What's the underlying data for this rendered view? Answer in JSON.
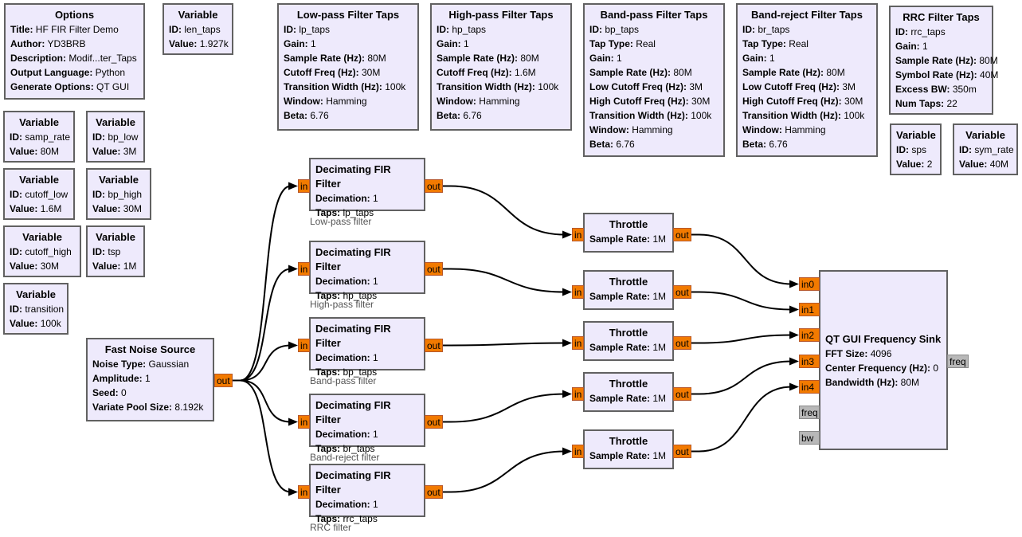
{
  "options": {
    "title": "Options",
    "rows": [
      {
        "k": "Title:",
        "v": "HF FIR Filter Demo"
      },
      {
        "k": "Author:",
        "v": "YD3BRB"
      },
      {
        "k": "Description:",
        "v": "Modif...ter_Taps"
      },
      {
        "k": "Output Language:",
        "v": "Python"
      },
      {
        "k": "Generate Options:",
        "v": "QT GUI"
      }
    ]
  },
  "variables": [
    {
      "title": "Variable",
      "id_label": "ID:",
      "id": "len_taps",
      "value_label": "Value:",
      "value": "1.927k"
    },
    {
      "title": "Variable",
      "id_label": "ID:",
      "id": "samp_rate",
      "value_label": "Value:",
      "value": "80M"
    },
    {
      "title": "Variable",
      "id_label": "ID:",
      "id": "bp_low",
      "value_label": "Value:",
      "value": "3M"
    },
    {
      "title": "Variable",
      "id_label": "ID:",
      "id": "cutoff_low",
      "value_label": "Value:",
      "value": "1.6M"
    },
    {
      "title": "Variable",
      "id_label": "ID:",
      "id": "bp_high",
      "value_label": "Value:",
      "value": "30M"
    },
    {
      "title": "Variable",
      "id_label": "ID:",
      "id": "cutoff_high",
      "value_label": "Value:",
      "value": "30M"
    },
    {
      "title": "Variable",
      "id_label": "ID:",
      "id": "tsp",
      "value_label": "Value:",
      "value": "1M"
    },
    {
      "title": "Variable",
      "id_label": "ID:",
      "id": "transition",
      "value_label": "Value:",
      "value": "100k"
    },
    {
      "title": "Variable",
      "id_label": "ID:",
      "id": "sps",
      "value_label": "Value:",
      "value": "2"
    },
    {
      "title": "Variable",
      "id_label": "ID:",
      "id": "sym_rate",
      "value_label": "Value:",
      "value": "40M"
    }
  ],
  "taps": {
    "lp": {
      "title": "Low-pass Filter Taps",
      "rows": [
        {
          "k": "ID:",
          "v": "lp_taps"
        },
        {
          "k": "Gain:",
          "v": "1"
        },
        {
          "k": "Sample Rate (Hz):",
          "v": "80M"
        },
        {
          "k": "Cutoff Freq (Hz):",
          "v": "30M"
        },
        {
          "k": "Transition Width (Hz):",
          "v": "100k"
        },
        {
          "k": "Window:",
          "v": "Hamming"
        },
        {
          "k": "Beta:",
          "v": "6.76"
        }
      ]
    },
    "hp": {
      "title": "High-pass Filter Taps",
      "rows": [
        {
          "k": "ID:",
          "v": "hp_taps"
        },
        {
          "k": "Gain:",
          "v": "1"
        },
        {
          "k": "Sample Rate (Hz):",
          "v": "80M"
        },
        {
          "k": "Cutoff Freq (Hz):",
          "v": "1.6M"
        },
        {
          "k": "Transition Width (Hz):",
          "v": "100k"
        },
        {
          "k": "Window:",
          "v": "Hamming"
        },
        {
          "k": "Beta:",
          "v": "6.76"
        }
      ]
    },
    "bp": {
      "title": "Band-pass Filter Taps",
      "rows": [
        {
          "k": "ID:",
          "v": "bp_taps"
        },
        {
          "k": "Tap Type:",
          "v": "Real"
        },
        {
          "k": "Gain:",
          "v": "1"
        },
        {
          "k": "Sample Rate (Hz):",
          "v": "80M"
        },
        {
          "k": "Low Cutoff Freq (Hz):",
          "v": "3M"
        },
        {
          "k": "High Cutoff Freq (Hz):",
          "v": "30M"
        },
        {
          "k": "Transition Width (Hz):",
          "v": "100k"
        },
        {
          "k": "Window:",
          "v": "Hamming"
        },
        {
          "k": "Beta:",
          "v": "6.76"
        }
      ]
    },
    "br": {
      "title": "Band-reject Filter Taps",
      "rows": [
        {
          "k": "ID:",
          "v": "br_taps"
        },
        {
          "k": "Tap Type:",
          "v": "Real"
        },
        {
          "k": "Gain:",
          "v": "1"
        },
        {
          "k": "Sample Rate (Hz):",
          "v": "80M"
        },
        {
          "k": "Low Cutoff Freq (Hz):",
          "v": "3M"
        },
        {
          "k": "High Cutoff Freq (Hz):",
          "v": "30M"
        },
        {
          "k": "Transition Width (Hz):",
          "v": "100k"
        },
        {
          "k": "Window:",
          "v": "Hamming"
        },
        {
          "k": "Beta:",
          "v": "6.76"
        }
      ]
    },
    "rrc": {
      "title": "RRC Filter Taps",
      "rows": [
        {
          "k": "ID:",
          "v": "rrc_taps"
        },
        {
          "k": "Gain:",
          "v": "1"
        },
        {
          "k": "Sample Rate (Hz):",
          "v": "80M"
        },
        {
          "k": "Symbol Rate (Hz):",
          "v": "40M"
        },
        {
          "k": "Excess BW:",
          "v": "350m"
        },
        {
          "k": "Num Taps:",
          "v": "22"
        }
      ]
    }
  },
  "noise": {
    "title": "Fast Noise Source",
    "rows": [
      {
        "k": "Noise Type:",
        "v": "Gaussian"
      },
      {
        "k": "Amplitude:",
        "v": "1"
      },
      {
        "k": "Seed:",
        "v": "0"
      },
      {
        "k": "Variate Pool Size:",
        "v": "8.192k"
      }
    ],
    "out": "out"
  },
  "firs": [
    {
      "title": "Decimating FIR Filter",
      "dec_k": "Decimation:",
      "dec": "1",
      "taps_k": "Taps:",
      "taps": "lp_taps",
      "comment": "Low-pass filter",
      "in": "in",
      "out": "out"
    },
    {
      "title": "Decimating FIR Filter",
      "dec_k": "Decimation:",
      "dec": "1",
      "taps_k": "Taps:",
      "taps": "hp_taps",
      "comment": "High-pass filter",
      "in": "in",
      "out": "out"
    },
    {
      "title": "Decimating FIR Filter",
      "dec_k": "Decimation:",
      "dec": "1",
      "taps_k": "Taps:",
      "taps": "bp_taps",
      "comment": "Band-pass filter",
      "in": "in",
      "out": "out"
    },
    {
      "title": "Decimating FIR Filter",
      "dec_k": "Decimation:",
      "dec": "1",
      "taps_k": "Taps:",
      "taps": "br_taps",
      "comment": "Band-reject filter",
      "in": "in",
      "out": "out"
    },
    {
      "title": "Decimating FIR Filter",
      "dec_k": "Decimation:",
      "dec": "1",
      "taps_k": "Taps:",
      "taps": "rrc_taps",
      "comment": "RRC filter",
      "in": "in",
      "out": "out"
    }
  ],
  "throttles": [
    {
      "title": "Throttle",
      "k": "Sample Rate:",
      "v": "1M",
      "in": "in",
      "out": "out"
    },
    {
      "title": "Throttle",
      "k": "Sample Rate:",
      "v": "1M",
      "in": "in",
      "out": "out"
    },
    {
      "title": "Throttle",
      "k": "Sample Rate:",
      "v": "1M",
      "in": "in",
      "out": "out"
    },
    {
      "title": "Throttle",
      "k": "Sample Rate:",
      "v": "1M",
      "in": "in",
      "out": "out"
    },
    {
      "title": "Throttle",
      "k": "Sample Rate:",
      "v": "1M",
      "in": "in",
      "out": "out"
    }
  ],
  "sink": {
    "title": "QT GUI Frequency Sink",
    "rows": [
      {
        "k": "FFT Size:",
        "v": "4096"
      },
      {
        "k": "Center Frequency (Hz):",
        "v": "0"
      },
      {
        "k": "Bandwidth (Hz):",
        "v": "80M"
      }
    ],
    "inputs": [
      "in0",
      "in1",
      "in2",
      "in3",
      "in4"
    ],
    "msg_inputs": [
      "freq",
      "bw"
    ],
    "msg_output": "freq"
  },
  "colors": {
    "block_fill": "#eeeafc",
    "block_border": "#616161",
    "stream_port": "#f27a00",
    "message_port": "#b8b8b8",
    "wire": "#000000"
  }
}
